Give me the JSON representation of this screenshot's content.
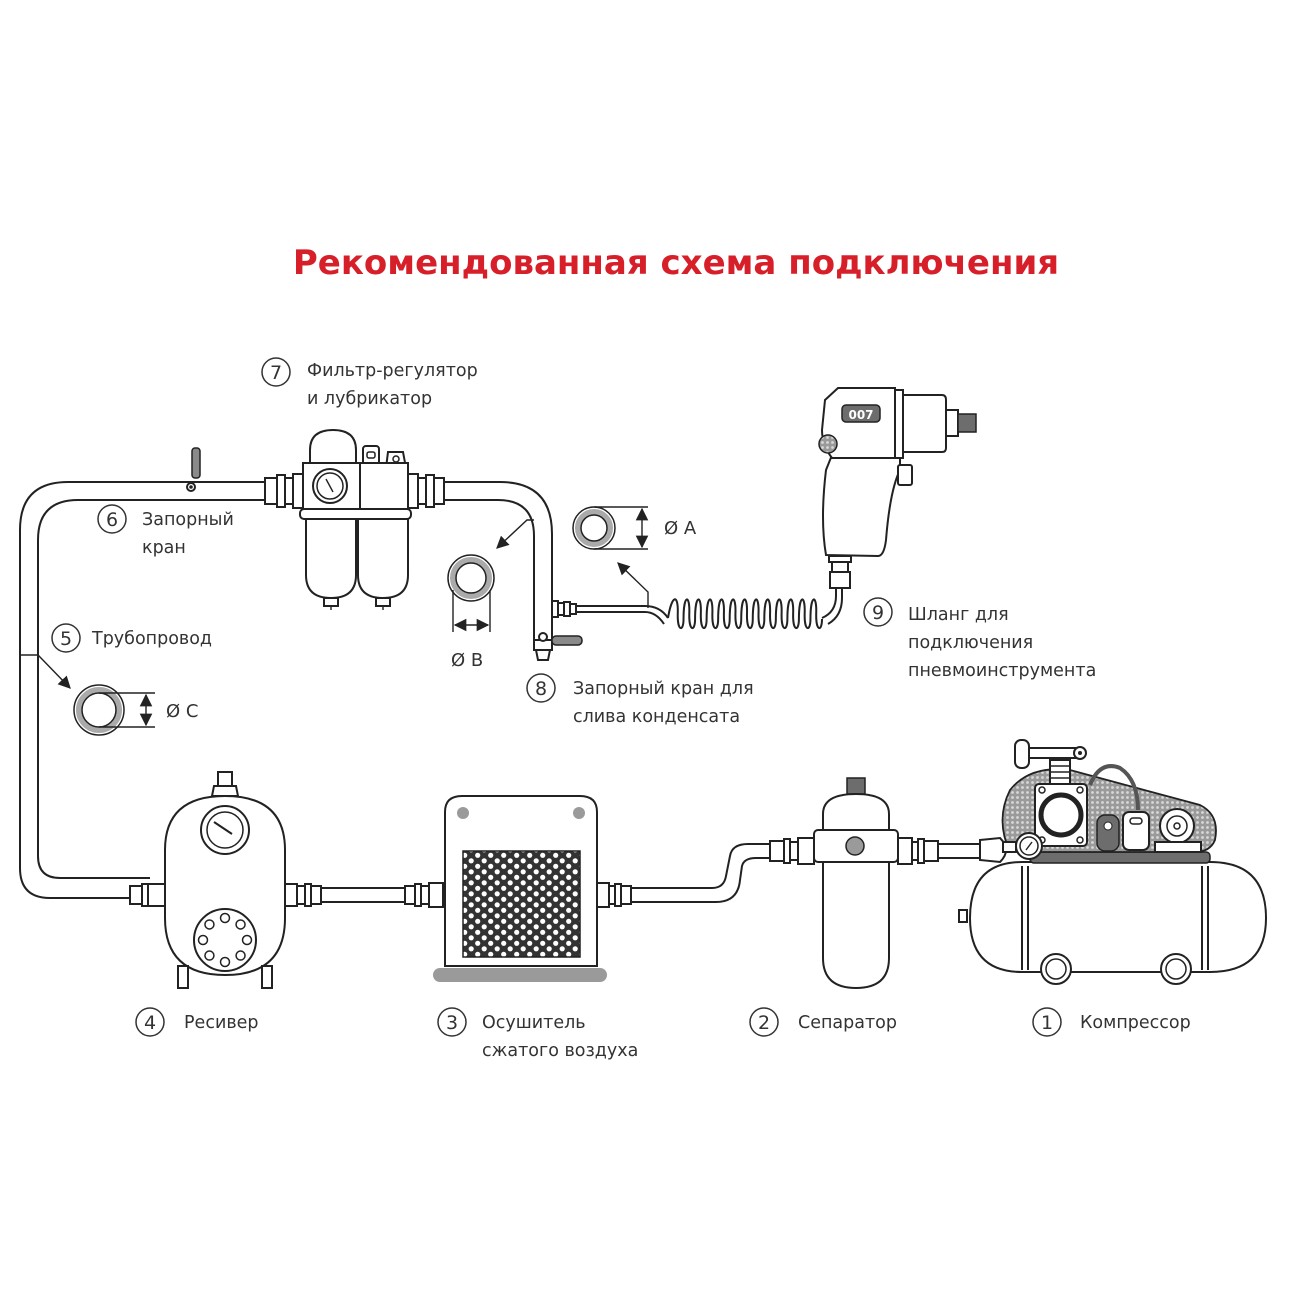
{
  "title": "Рекомендованная схема подключения",
  "colors": {
    "title": "#d71f2a",
    "text": "#333333",
    "line": "#222222",
    "fill_gray": "#8a8a8a"
  },
  "components": [
    {
      "number": "1",
      "lines": [
        "Компрессор"
      ],
      "icon": "compressor-icon"
    },
    {
      "number": "2",
      "lines": [
        "Сепаратор"
      ],
      "icon": "separator-icon"
    },
    {
      "number": "3",
      "lines": [
        "Осушитель",
        "сжатого воздуха"
      ],
      "icon": "air-dryer-icon"
    },
    {
      "number": "4",
      "lines": [
        "Ресивер"
      ],
      "icon": "receiver-tank-icon"
    },
    {
      "number": "5",
      "lines": [
        "Трубопровод"
      ],
      "icon": "pipeline-icon"
    },
    {
      "number": "6",
      "lines": [
        "Запорный",
        "кран"
      ],
      "icon": "shutoff-valve-icon"
    },
    {
      "number": "7",
      "lines": [
        "Фильтр-регулятор",
        "и лубрикатор"
      ],
      "icon": "filter-regulator-lubricator-icon"
    },
    {
      "number": "8",
      "lines": [
        "Запорный кран для",
        "слива конденсата"
      ],
      "icon": "drain-valve-icon"
    },
    {
      "number": "9",
      "lines": [
        "Шланг для",
        "подключения",
        "пневмоинструмента"
      ],
      "icon": "air-hose-icon"
    }
  ],
  "dimensions": {
    "a": "Ø A",
    "b": "Ø B",
    "c": "Ø C"
  },
  "tool_badge": "007"
}
